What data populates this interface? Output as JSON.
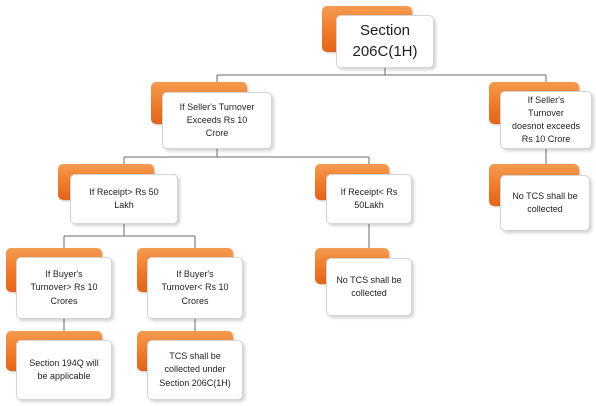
{
  "diagram": {
    "type": "tree",
    "root": {
      "id": "root",
      "lines": [
        "Section",
        "206C(1H)"
      ],
      "children": [
        {
          "id": "seller-exceeds",
          "lines": [
            "If Seller's Turnover",
            "Exceeds Rs 10",
            "Crore"
          ],
          "children": [
            {
              "id": "receipt-above-50",
              "lines": [
                "If Receipt> Rs 50",
                "Lakh"
              ],
              "children": [
                {
                  "id": "buyer-above-10",
                  "lines": [
                    "If Buyer's",
                    "Turnover> Rs 10",
                    "Crores"
                  ],
                  "children": [
                    {
                      "id": "section-194q",
                      "lines": [
                        "Section 194Q will",
                        "be applicable"
                      ]
                    }
                  ]
                },
                {
                  "id": "buyer-below-10",
                  "lines": [
                    "If Buyer's",
                    "Turnover< Rs 10",
                    "Crores"
                  ],
                  "children": [
                    {
                      "id": "tcs-collected",
                      "lines": [
                        "TCS shall be",
                        "collected under",
                        "Section 206C(1H)"
                      ]
                    }
                  ]
                }
              ]
            },
            {
              "id": "receipt-below-50",
              "lines": [
                "If Receipt< Rs",
                "50Lakh"
              ],
              "children": [
                {
                  "id": "no-tcs-receipt",
                  "lines": [
                    "No TCS shall be",
                    "collected"
                  ]
                }
              ]
            }
          ]
        },
        {
          "id": "seller-not-exceeds",
          "lines": [
            "If Seller's Turnover",
            "doesnot exceeds",
            "Rs 10 Crore"
          ],
          "children": [
            {
              "id": "no-tcs-seller",
              "lines": [
                "No TCS shall be",
                "collected"
              ]
            }
          ]
        }
      ]
    }
  },
  "colors": {
    "tab_orange": "#ee7a2b",
    "card_border": "#d5d5d5",
    "connector": "#6b6b6b",
    "text": "#1f1f1f"
  }
}
